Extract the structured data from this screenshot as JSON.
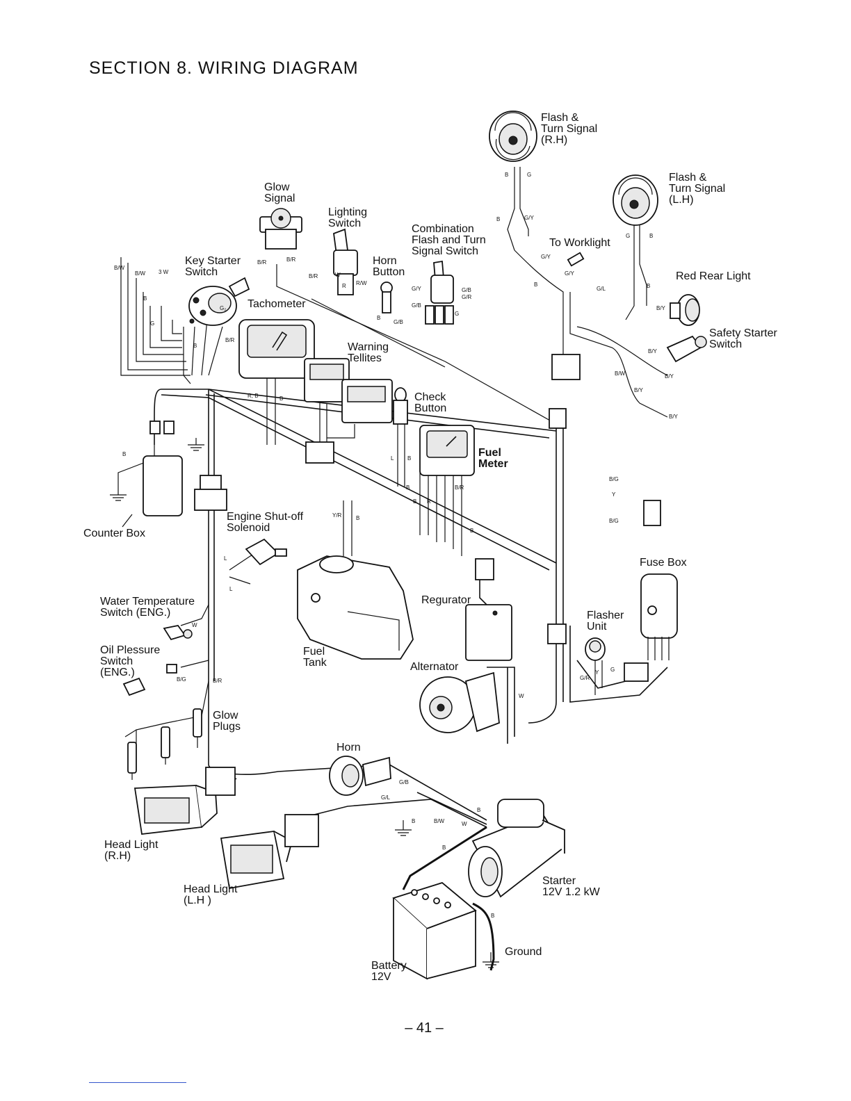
{
  "section_title": "SECTION 8.  WIRING DIAGRAM",
  "page_number": "– 41 –",
  "components": {
    "flash_rh": "Flash &|Turn Signal|(R.H)",
    "flash_lh": "Flash &|Turn Signal|(L.H)",
    "glow_signal": "Glow|Signal",
    "lighting_switch": "Lighting|Switch",
    "combination_switch": "Combination|Flash and Turn|Signal Switch",
    "to_worklight": "To Worklight",
    "red_rear_light": "Red Rear Light",
    "key_starter": "Key Starter|Switch",
    "horn_button": "Horn|Button",
    "tachometer": "Tachometer",
    "safety_starter": "Safety Starter|Switch",
    "warning_tellites": "Warning|Tellites",
    "check_button": "Check|Button",
    "fuel_meter": "Fuel|Meter",
    "counter_box": "Counter Box",
    "engine_shutoff": "Engine Shut-off|Solenoid",
    "fuse_box": "Fuse Box",
    "water_temp": "Water Temperature|Switch (ENG.)",
    "regurator": "Regurator",
    "flasher_unit": "Flasher|Unit",
    "oil_pressure": "Oil Plessure|Switch|(ENG.)",
    "fuel_tank": "Fuel|Tank",
    "alternator": "Alternator",
    "glow_plugs": "Glow|Plugs",
    "horn": "Horn",
    "head_light_rh": "Head Light|(R.H)",
    "head_light_lh": "Head Light|(L.H )",
    "starter": "Starter|12V 1.2 kW",
    "ground": "Ground",
    "battery": "Battery|12V"
  },
  "wire_codes": {
    "w1": "B",
    "w2": "G",
    "w3": "G/Y",
    "w4": "B",
    "w5": "G",
    "w6": "B",
    "w7": "G/Y",
    "w8": "B",
    "w9": "G/Y",
    "w10": "G/L",
    "w11": "B",
    "w12": "B/W",
    "w13": "B/R",
    "w14": "B/R",
    "w15": "W",
    "w16": "R",
    "w17": "R/W",
    "w18": "G/Y",
    "w19": "G/R",
    "w20": "G/B",
    "w21": "G",
    "w22": "B",
    "w23": "G/B",
    "w24": "B/Y",
    "w25": "B/W",
    "w26": "B/Y",
    "w27": "B/Y",
    "w28": "B/Y",
    "w29": "B/Y",
    "w30": "R, B",
    "w31": "B",
    "w32": "B",
    "w33": "B",
    "w34": "L",
    "w35": "B",
    "w36": "B/R",
    "w37": "B/G",
    "w38": "Y",
    "w39": "B/G",
    "w40": "Y/R",
    "w41": "B",
    "w42": "L",
    "w43": "L",
    "w44": "W",
    "w45": "B/G",
    "w46": "B/R",
    "w47": "W",
    "w48": "G/R",
    "w49": "Y",
    "w50": "G",
    "w51": "G/B",
    "w52": "G/L",
    "w53": "B",
    "w54": "B/W",
    "w55": "W",
    "w56": "B",
    "w57": "B",
    "w58": "B",
    "w59": "B/W",
    "w60": "3 W",
    "w61": "B",
    "w62": "G",
    "w63": "G₂",
    "w64": "B",
    "w65": "B/R",
    "w66": "B",
    "w67": "R",
    "w68": "G/B",
    "w69": "B",
    "w70": "B/R"
  }
}
